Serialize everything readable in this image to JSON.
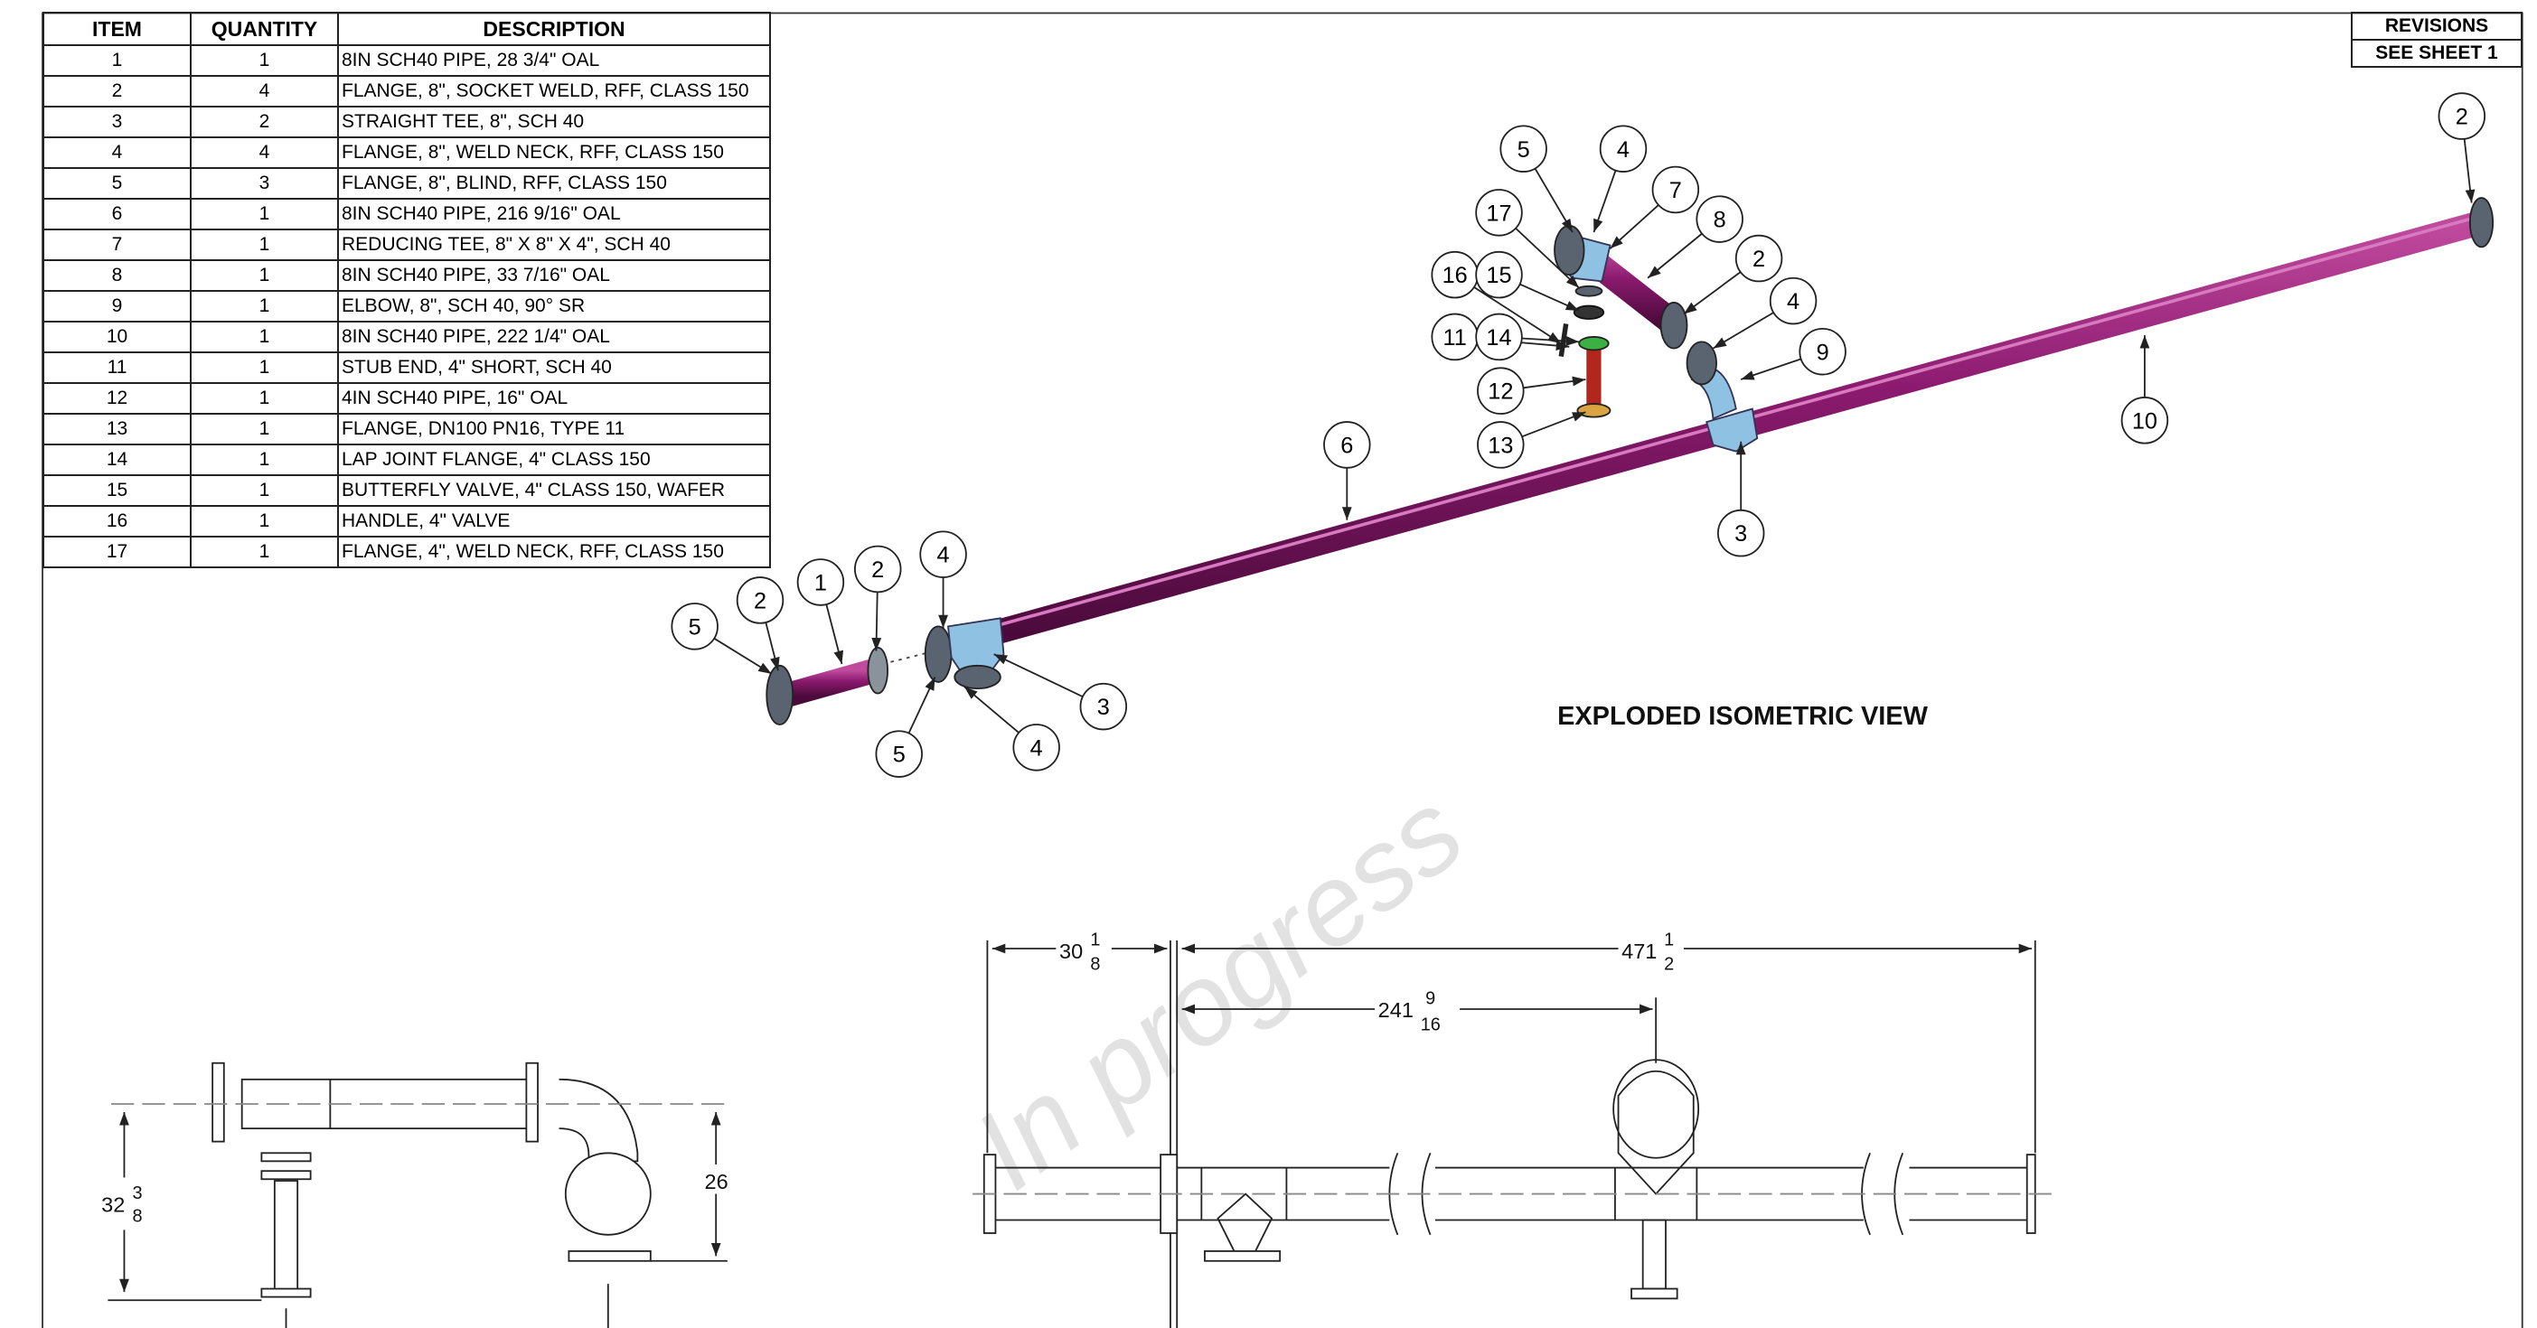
{
  "bom": {
    "headers": [
      "ITEM",
      "QUANTITY",
      "DESCRIPTION"
    ],
    "rows": [
      {
        "item": "1",
        "qty": "1",
        "desc": "8IN SCH40 PIPE, 28 3/4\" OAL"
      },
      {
        "item": "2",
        "qty": "4",
        "desc": "FLANGE, 8\", SOCKET WELD, RFF, CLASS 150"
      },
      {
        "item": "3",
        "qty": "2",
        "desc": "STRAIGHT TEE, 8\", SCH 40"
      },
      {
        "item": "4",
        "qty": "4",
        "desc": "FLANGE, 8\", WELD NECK, RFF, CLASS 150"
      },
      {
        "item": "5",
        "qty": "3",
        "desc": "FLANGE, 8\", BLIND, RFF, CLASS 150"
      },
      {
        "item": "6",
        "qty": "1",
        "desc": "8IN SCH40 PIPE, 216 9/16\" OAL"
      },
      {
        "item": "7",
        "qty": "1",
        "desc": "REDUCING TEE, 8\" X 8\" X 4\", SCH 40"
      },
      {
        "item": "8",
        "qty": "1",
        "desc": "8IN SCH40 PIPE, 33 7/16\" OAL"
      },
      {
        "item": "9",
        "qty": "1",
        "desc": "ELBOW, 8\", SCH 40, 90° SR"
      },
      {
        "item": "10",
        "qty": "1",
        "desc": "8IN SCH40 PIPE, 222 1/4\" OAL"
      },
      {
        "item": "11",
        "qty": "1",
        "desc": "STUB END, 4\" SHORT, SCH 40"
      },
      {
        "item": "12",
        "qty": "1",
        "desc": "4IN SCH40 PIPE, 16\" OAL"
      },
      {
        "item": "13",
        "qty": "1",
        "desc": "FLANGE, DN100 PN16, TYPE 11"
      },
      {
        "item": "14",
        "qty": "1",
        "desc": "LAP JOINT FLANGE, 4\" CLASS 150"
      },
      {
        "item": "15",
        "qty": "1",
        "desc": "BUTTERFLY VALVE, 4\" CLASS 150, WAFER"
      },
      {
        "item": "16",
        "qty": "1",
        "desc": "HANDLE, 4\" VALVE"
      },
      {
        "item": "17",
        "qty": "1",
        "desc": "FLANGE, 4\", WELD NECK, RFF, CLASS 150"
      }
    ]
  },
  "revisions": {
    "title": "REVISIONS",
    "value": "SEE SHEET 1"
  },
  "view_title": "EXPLODED ISOMETRIC VIEW",
  "watermark": "In progress",
  "balloons": [
    "5",
    "4",
    "7",
    "8",
    "17",
    "2",
    "4",
    "9",
    "16",
    "15",
    "11",
    "14",
    "12",
    "13",
    "6",
    "2",
    "10",
    "3",
    "5",
    "2",
    "1",
    "2",
    "4",
    "3",
    "4",
    "5"
  ],
  "dimensions": {
    "d1": {
      "whole": "30",
      "num": "1",
      "den": "8"
    },
    "d2": {
      "whole": "471",
      "num": "1",
      "den": "2"
    },
    "d3": {
      "whole": "241",
      "num": "9",
      "den": "16"
    },
    "d4": {
      "whole": "32",
      "num": "3",
      "den": "8"
    },
    "d5": {
      "whole": "26"
    }
  },
  "colors": {
    "pipe": "#8b1a6e",
    "fitting": "#8fc1e3",
    "flange": "#5a6470",
    "red_pipe": "#b3261e",
    "green": "#3cb043"
  }
}
